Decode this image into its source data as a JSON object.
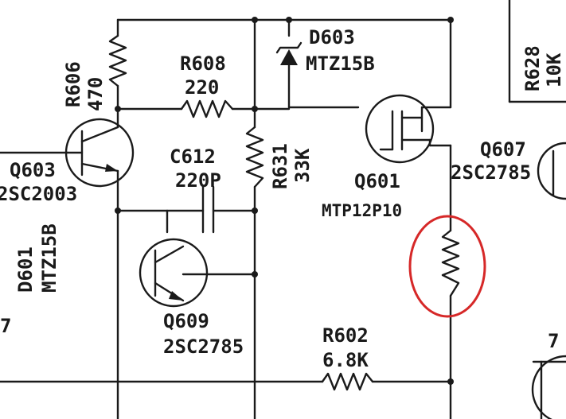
{
  "components": {
    "r606": {
      "ref": "R606",
      "value": "470"
    },
    "r608": {
      "ref": "R608",
      "value": "220"
    },
    "d603": {
      "ref": "D603",
      "value": "MTZ15B"
    },
    "r628": {
      "ref": "R628",
      "value": "10K"
    },
    "q603": {
      "ref": "Q603",
      "value": "2SC2003"
    },
    "c612": {
      "ref": "C612",
      "value": "220P"
    },
    "r631": {
      "ref": "R631",
      "value": "33K"
    },
    "q601": {
      "ref": "Q601",
      "value": "MTP12P10"
    },
    "q607": {
      "ref": "Q607",
      "value": "2SC2785"
    },
    "d601": {
      "ref": "D601",
      "value": "MTZ15B"
    },
    "q609": {
      "ref": "Q609",
      "value": "2SC2785"
    },
    "r602": {
      "ref": "R602",
      "value": "6.8K"
    }
  },
  "edge_marks": {
    "left_digit": "7",
    "right_digit": "7"
  },
  "highlight": {
    "color": "#d62828",
    "target": "unlabeled resistor below Q601"
  }
}
